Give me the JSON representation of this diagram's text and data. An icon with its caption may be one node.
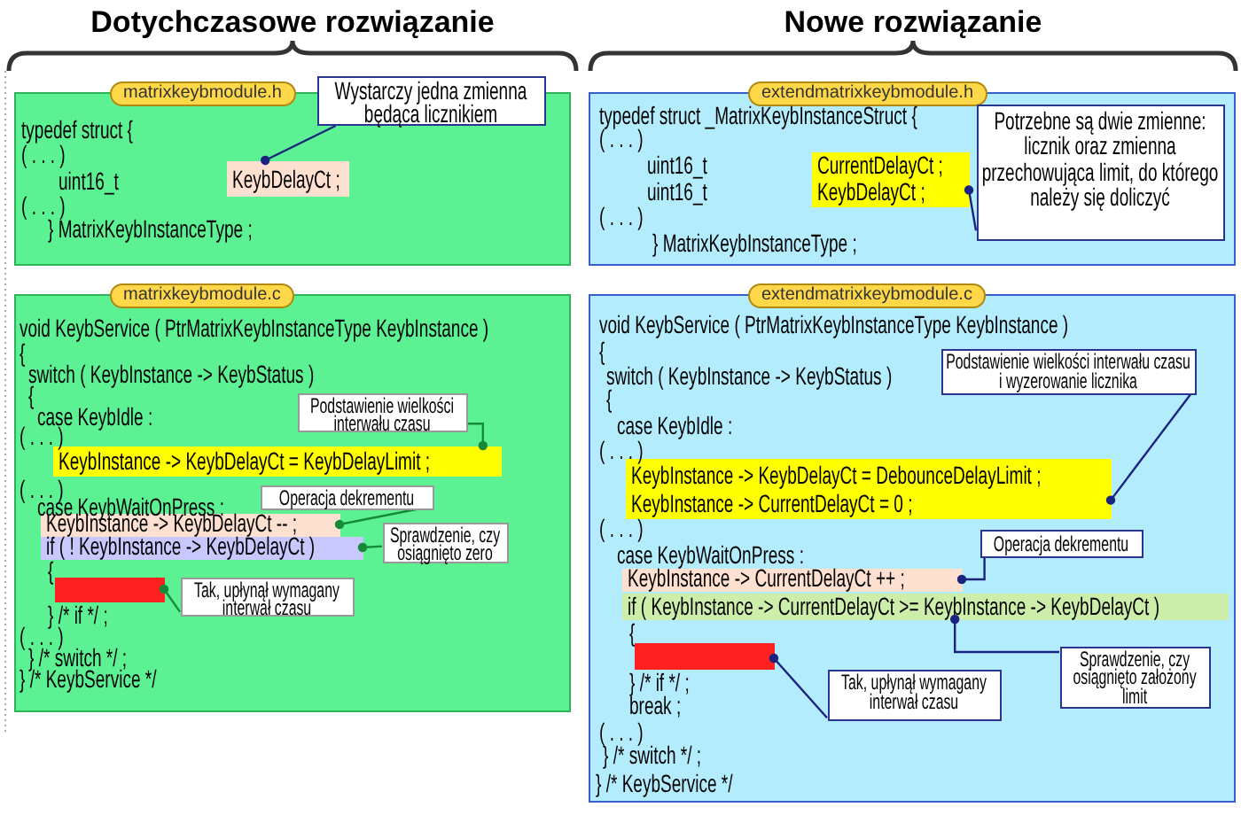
{
  "diagram": {
    "nodes": [
      {
        "text": [
          "matrixkeybmodule.h",
          "typedef struct {",
          "( . . . )",
          "uint16_t",
          "( . . . )",
          "} MatrixKeybInstanceType ;"
        ]
      },
      {
        "text": [
          "KeybDelayCt ;"
        ],
        "in": 0
      },
      {
        "text": [
          "Wystarczy jedna zmienna będąca licznikiem"
        ]
      },
      {
        "text": [
          "extendmatrixkeybmodule.h",
          "typedef struct _MatrixKeybInstanceStruct {",
          "( . . . )",
          "uint16_t",
          "uint16_t",
          "( . . . )",
          "} MatrixKeybInstanceType ;"
        ]
      },
      {
        "text": [
          "CurrentDelayCt ;",
          "KeybDelayCt ;"
        ],
        "in": 3
      },
      {
        "text": [
          "Potrzebne są dwie zmienne: licznik oraz zmienna przechowująca limit, do którego należy się doliczyć"
        ],
        "in": 3
      },
      {
        "text": [
          "matrixkeybmodule.c",
          "void KeybService ( PtrMatrixKeybInstanceType KeybInstance )",
          "{",
          "switch ( KeybInstance -> KeybStatus )",
          "{",
          "case KeybIdle :",
          "( . . . )",
          "( . . . )",
          "case KeybWaitOnPress :",
          "{",
          "} /* if */ ;",
          "( . . . )",
          "} /* switch */ ;",
          "} /* KeybService */"
        ]
      },
      {
        "text": [
          "KeybInstance -> KeybDelayCt = KeybDelayLimit ;"
        ],
        "in": 6
      },
      {
        "text": [
          "KeybInstance -> KeybDelayCt -- ;"
        ],
        "in": 6
      },
      {
        "text": [
          "if ( ! KeybInstance -> KeybDelayCt )"
        ],
        "in": 6
      },
      {
        "text": [],
        "shape": "box",
        "in": 6
      },
      {
        "text": [
          "Podstawienie wielkości interwału czasu"
        ],
        "in": 6
      },
      {
        "text": [
          "Operacja dekrementu"
        ],
        "in": 6
      },
      {
        "text": [
          "Sprawdzenie, czy osiągnięto zero"
        ],
        "in": 6
      },
      {
        "text": [
          "Tak, upłynął wymagany interwał czasu"
        ],
        "in": 6
      },
      {
        "text": [
          "extendmatrixkeybmodule.c",
          "void KeybService ( PtrMatrixKeybInstanceType KeybInstance )",
          "{",
          "switch ( KeybInstance -> KeybStatus )",
          "{",
          "case KeybIdle :",
          "( . . . )",
          "( . . . )",
          "case KeybWaitOnPress :",
          "{",
          "} /* if */ ;",
          "break ;",
          "( . . . )",
          "} /* switch */ ;",
          "} /* KeybService */"
        ]
      },
      {
        "text": [
          "KeybInstance -> KeybDelayCt = DebounceDelayLimit ;",
          "KeybInstance -> CurrentDelayCt = 0 ;"
        ],
        "in": 15
      },
      {
        "text": [
          "KeybInstance -> CurrentDelayCt ++ ;"
        ],
        "in": 15
      },
      {
        "text": [
          "if ( KeybInstance -> CurrentDelayCt >= KeybInstance -> KeybDelayCt )"
        ],
        "in": 15
      },
      {
        "text": [],
        "shape": "box",
        "in": 15
      },
      {
        "text": [
          "Podstawienie wielkości interwału czasu i wyzerowanie licznika"
        ],
        "in": 15
      },
      {
        "text": [
          "Operacja dekrementu"
        ],
        "in": 15
      },
      {
        "text": [
          "Sprawdzenie, czy osiągnięto założony limit"
        ],
        "in": 15
      },
      {
        "text": [
          "Tak, upłynął wymagany interwał czasu"
        ],
        "in": 15
      }
    ],
    "edges": [
      {
        "from": 2,
        "to": 1,
        "arrow": "other"
      },
      {
        "from": 5,
        "to": 4,
        "arrow": "other"
      },
      {
        "from": 11,
        "to": 7,
        "arrow": "other",
        "color": "#178a3a"
      },
      {
        "from": 12,
        "to": 8,
        "arrow": "other",
        "color": "#178a3a"
      },
      {
        "from": 13,
        "to": 9,
        "arrow": "other",
        "color": "#178a3a"
      },
      {
        "from": 14,
        "to": 10,
        "arrow": "other",
        "color": "#178a3a"
      },
      {
        "from": 20,
        "to": 16,
        "arrow": "other"
      },
      {
        "from": 21,
        "to": 17,
        "arrow": "other"
      },
      {
        "from": 22,
        "to": 18,
        "arrow": "other"
      },
      {
        "from": 23,
        "to": 19,
        "arrow": "other"
      }
    ],
    "labels": [
      "Dotychczasowe rozwiązanie",
      "Nowe rozwiązanie"
    ]
  }
}
